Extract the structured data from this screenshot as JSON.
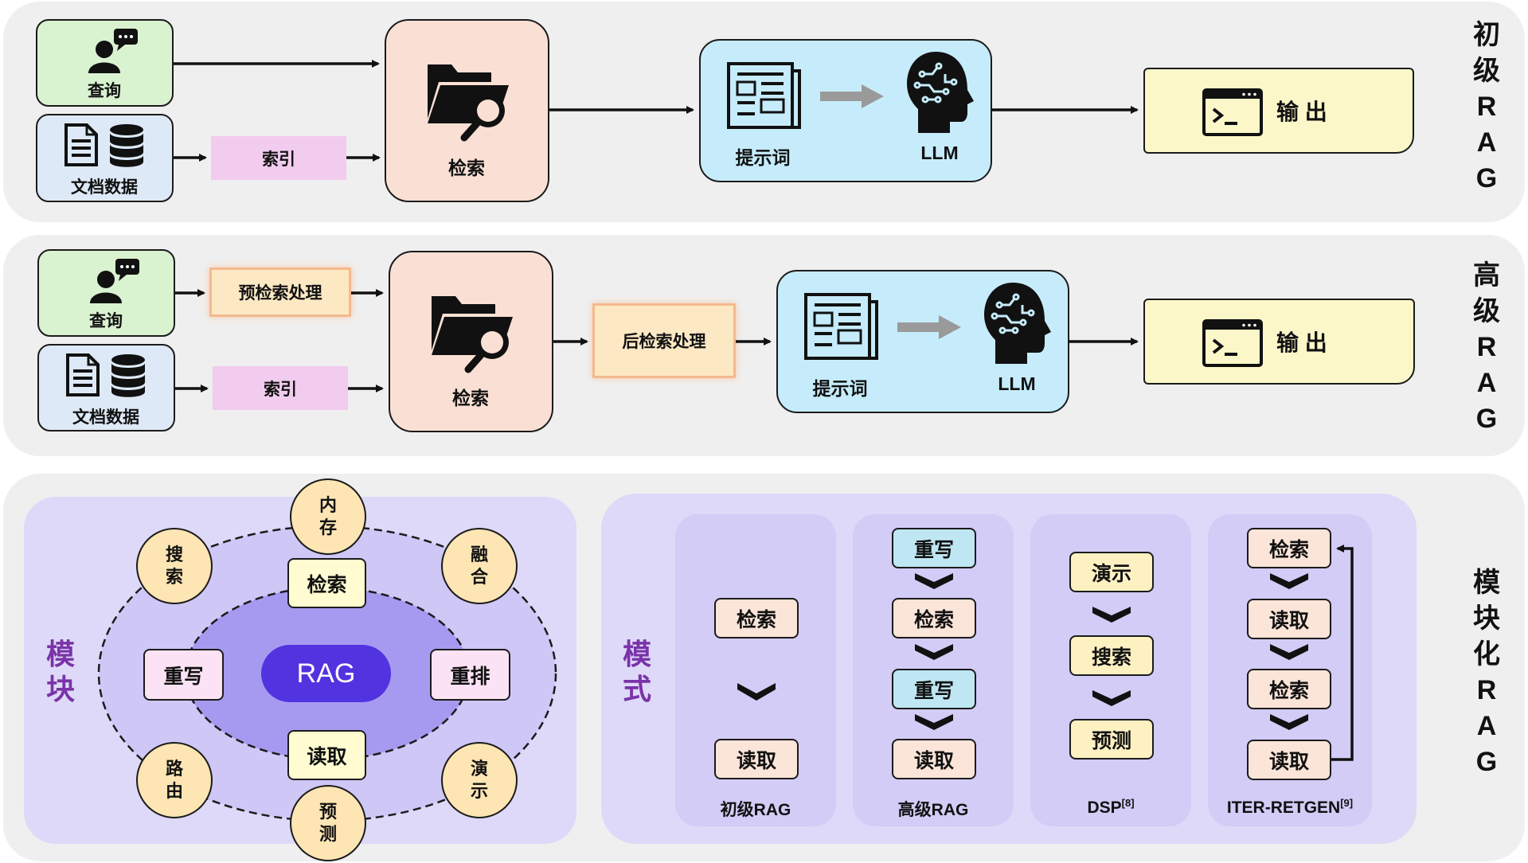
{
  "naive": {
    "title_chars": [
      "初",
      "级",
      "R",
      "A",
      "G"
    ],
    "query_label": "查询",
    "docs_label": "文档数据",
    "index_label": "索引",
    "retrieve_label": "检索",
    "prompt_label": "提示词",
    "llm_label": "LLM",
    "output_label": "输 出"
  },
  "advanced": {
    "title_chars": [
      "高",
      "级",
      "R",
      "A",
      "G"
    ],
    "query_label": "查询",
    "docs_label": "文档数据",
    "pre_retrieval_label": "预检索处理",
    "index_label": "索引",
    "retrieve_label": "检索",
    "post_retrieval_label": "后检索处理",
    "prompt_label": "提示词",
    "llm_label": "LLM",
    "output_label": "输 出"
  },
  "modular": {
    "title_chars": [
      "模",
      "块",
      "化",
      "R",
      "A",
      "G"
    ],
    "modules_title_chars": [
      "模",
      "块"
    ],
    "patterns_title_chars": [
      "模",
      "式"
    ],
    "center_label": "RAG",
    "inner_modules": {
      "retrieve": "检索",
      "rewrite": "重写",
      "rerank": "重排",
      "read": "读取"
    },
    "outer_modules": {
      "memory": [
        "内",
        "存"
      ],
      "search": [
        "搜",
        "索"
      ],
      "fusion": [
        "融",
        "合"
      ],
      "routing": [
        "路",
        "由"
      ],
      "demonstrate": [
        "演",
        "示"
      ],
      "predict": [
        "预",
        "测"
      ]
    },
    "patterns": [
      {
        "name": "初级RAG",
        "steps": [
          "检索",
          "读取"
        ]
      },
      {
        "name": "高级RAG",
        "steps": [
          "重写",
          "检索",
          "重写",
          "读取"
        ]
      },
      {
        "name": "DSP",
        "sup": "[8]",
        "steps": [
          "演示",
          "搜索",
          "预测"
        ]
      },
      {
        "name": "ITER-RETGEN",
        "sup": "[9]",
        "steps": [
          "检索",
          "读取",
          "检索",
          "读取"
        ]
      }
    ]
  }
}
